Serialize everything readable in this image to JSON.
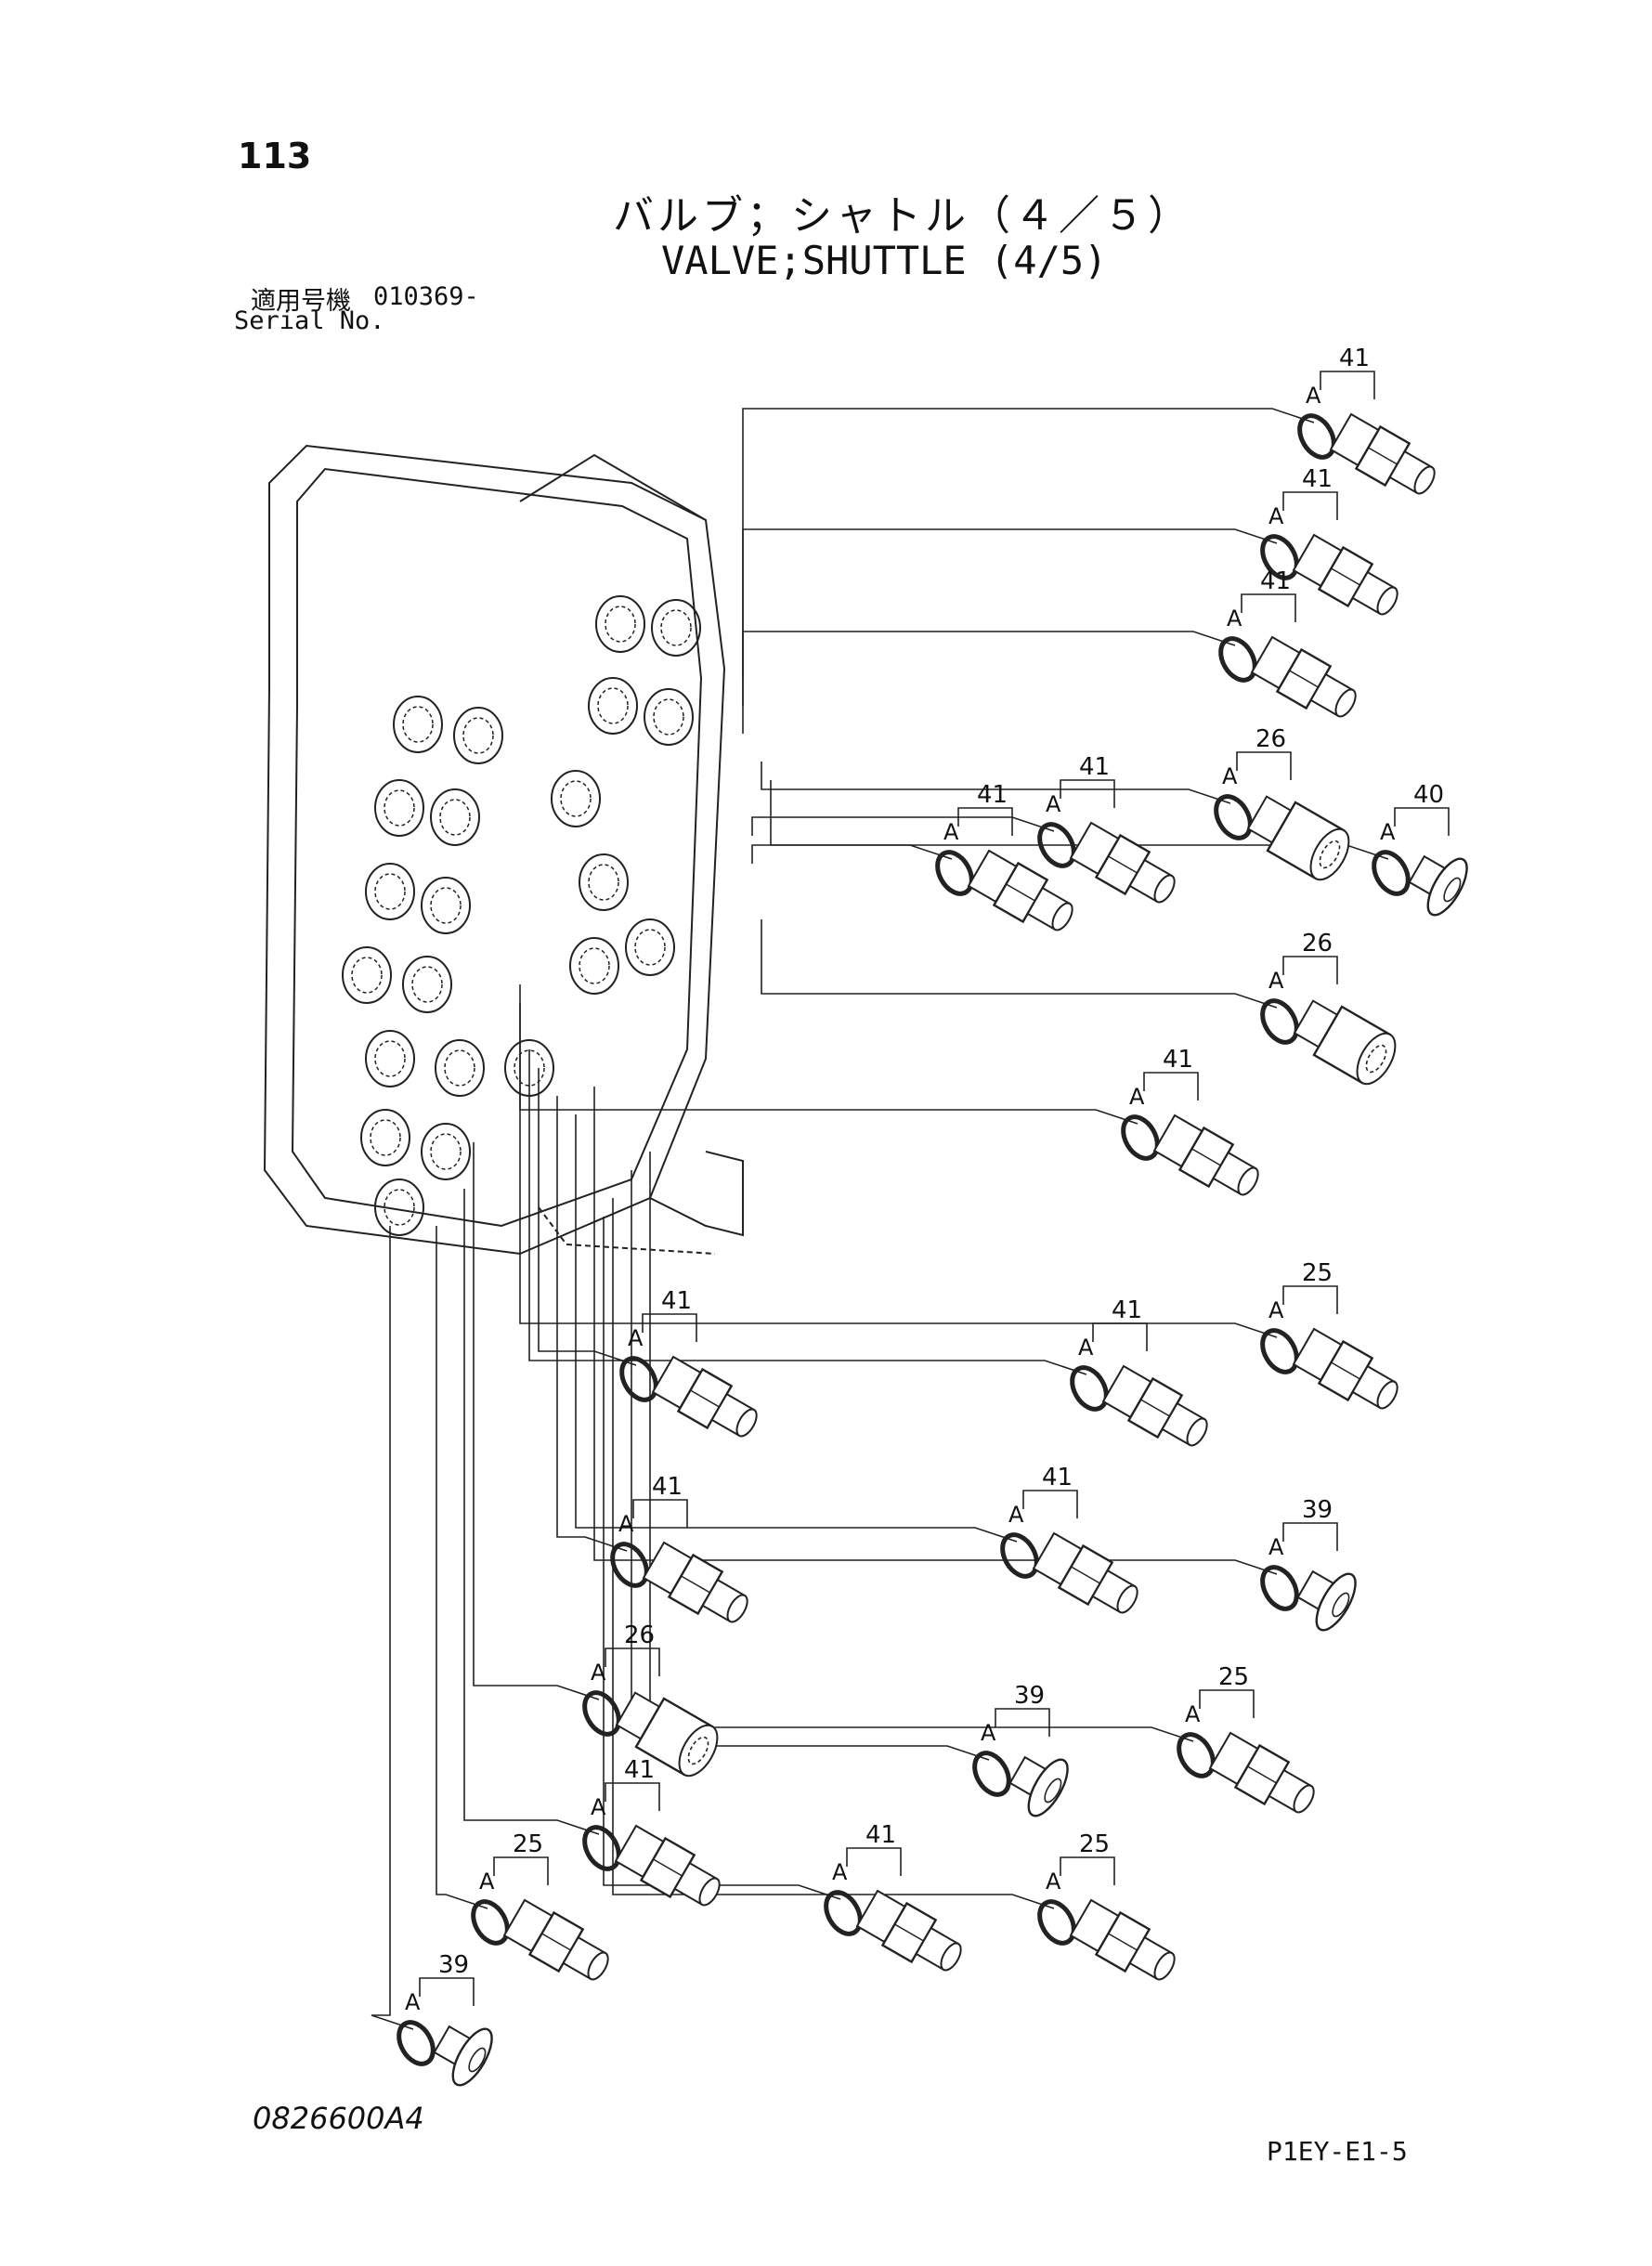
{
  "header": {
    "page_number": "113",
    "title_jp": "バルブ；シャトル（４／５）",
    "title_en": "VALVE;SHUTTLE (4/5)",
    "serial_label_jp": "適用号機",
    "serial_value": "010369-",
    "serial_label_en": "Serial No."
  },
  "footer": {
    "drawing_code": "0826600A4",
    "page_code": "P1EY-E1-5"
  },
  "callouts": [
    {
      "part": "41",
      "ring": "A",
      "kind": "fitting"
    },
    {
      "part": "41",
      "ring": "A",
      "kind": "fitting"
    },
    {
      "part": "41",
      "ring": "A",
      "kind": "fitting"
    },
    {
      "part": "26",
      "ring": "A",
      "kind": "union"
    },
    {
      "part": "40",
      "ring": "A",
      "kind": "plug"
    },
    {
      "part": "41",
      "ring": "A",
      "kind": "fitting"
    },
    {
      "part": "41",
      "ring": "A",
      "kind": "fitting"
    },
    {
      "part": "26",
      "ring": "A",
      "kind": "union"
    },
    {
      "part": "41",
      "ring": "A",
      "kind": "fitting"
    },
    {
      "part": "25",
      "ring": "A",
      "kind": "fitting"
    },
    {
      "part": "41",
      "ring": "A",
      "kind": "fitting"
    },
    {
      "part": "41",
      "ring": "A",
      "kind": "fitting"
    },
    {
      "part": "39",
      "ring": "A",
      "kind": "plug"
    },
    {
      "part": "41",
      "ring": "A",
      "kind": "fitting"
    },
    {
      "part": "41",
      "ring": "A",
      "kind": "fitting"
    },
    {
      "part": "26",
      "ring": "A",
      "kind": "union"
    },
    {
      "part": "39",
      "ring": "A",
      "kind": "plug"
    },
    {
      "part": "25",
      "ring": "A",
      "kind": "fitting"
    },
    {
      "part": "41",
      "ring": "A",
      "kind": "fitting"
    },
    {
      "part": "25",
      "ring": "A",
      "kind": "fitting"
    },
    {
      "part": "41",
      "ring": "A",
      "kind": "fitting"
    },
    {
      "part": "25",
      "ring": "A",
      "kind": "fitting"
    },
    {
      "part": "39",
      "ring": "A",
      "kind": "plug"
    }
  ]
}
